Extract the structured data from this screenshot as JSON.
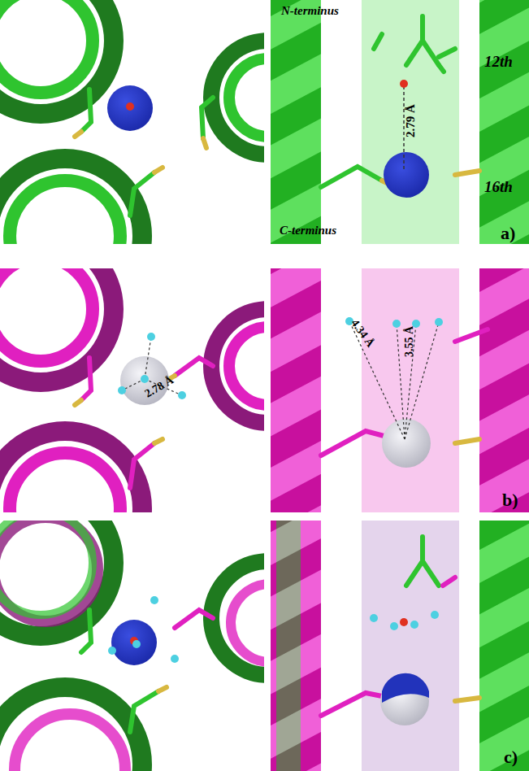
{
  "diagram": {
    "labels": [
      "N-terminus",
      "12th",
      "16th",
      "C-terminus",
      "2.79 Å",
      "a)",
      "2.78 Å",
      "4.34 Å",
      "3.55 Å",
      "b)",
      "c)"
    ]
  }
}
